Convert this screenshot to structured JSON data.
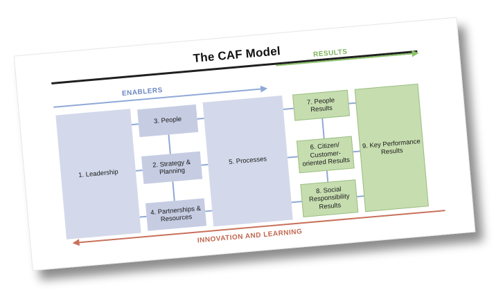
{
  "diagram": {
    "title": "The CAF Model",
    "enablers_label": "ENABLERS",
    "results_label": "RESULTS",
    "innovation_label": "INNOVATION AND LEARNING",
    "boxes": {
      "leadership": "1. Leadership",
      "strategy": "2. Strategy & Planning",
      "people": "3. People",
      "partnerships": "4. Partnerships & Resources",
      "processes": "5. Processes",
      "citizen": "6. Citizen/ Customer-oriented Results",
      "people_results": "7. People Results",
      "social": "8. Social Responsibility Results",
      "kpr": "9. Key Performance Results"
    },
    "colors": {
      "enablers_blue": "#8fa8d6",
      "results_green": "#8cc26a",
      "innovation_red": "#c8705a",
      "enabler_box": "#d3d9ea",
      "result_box": "#c6ddb0"
    }
  }
}
